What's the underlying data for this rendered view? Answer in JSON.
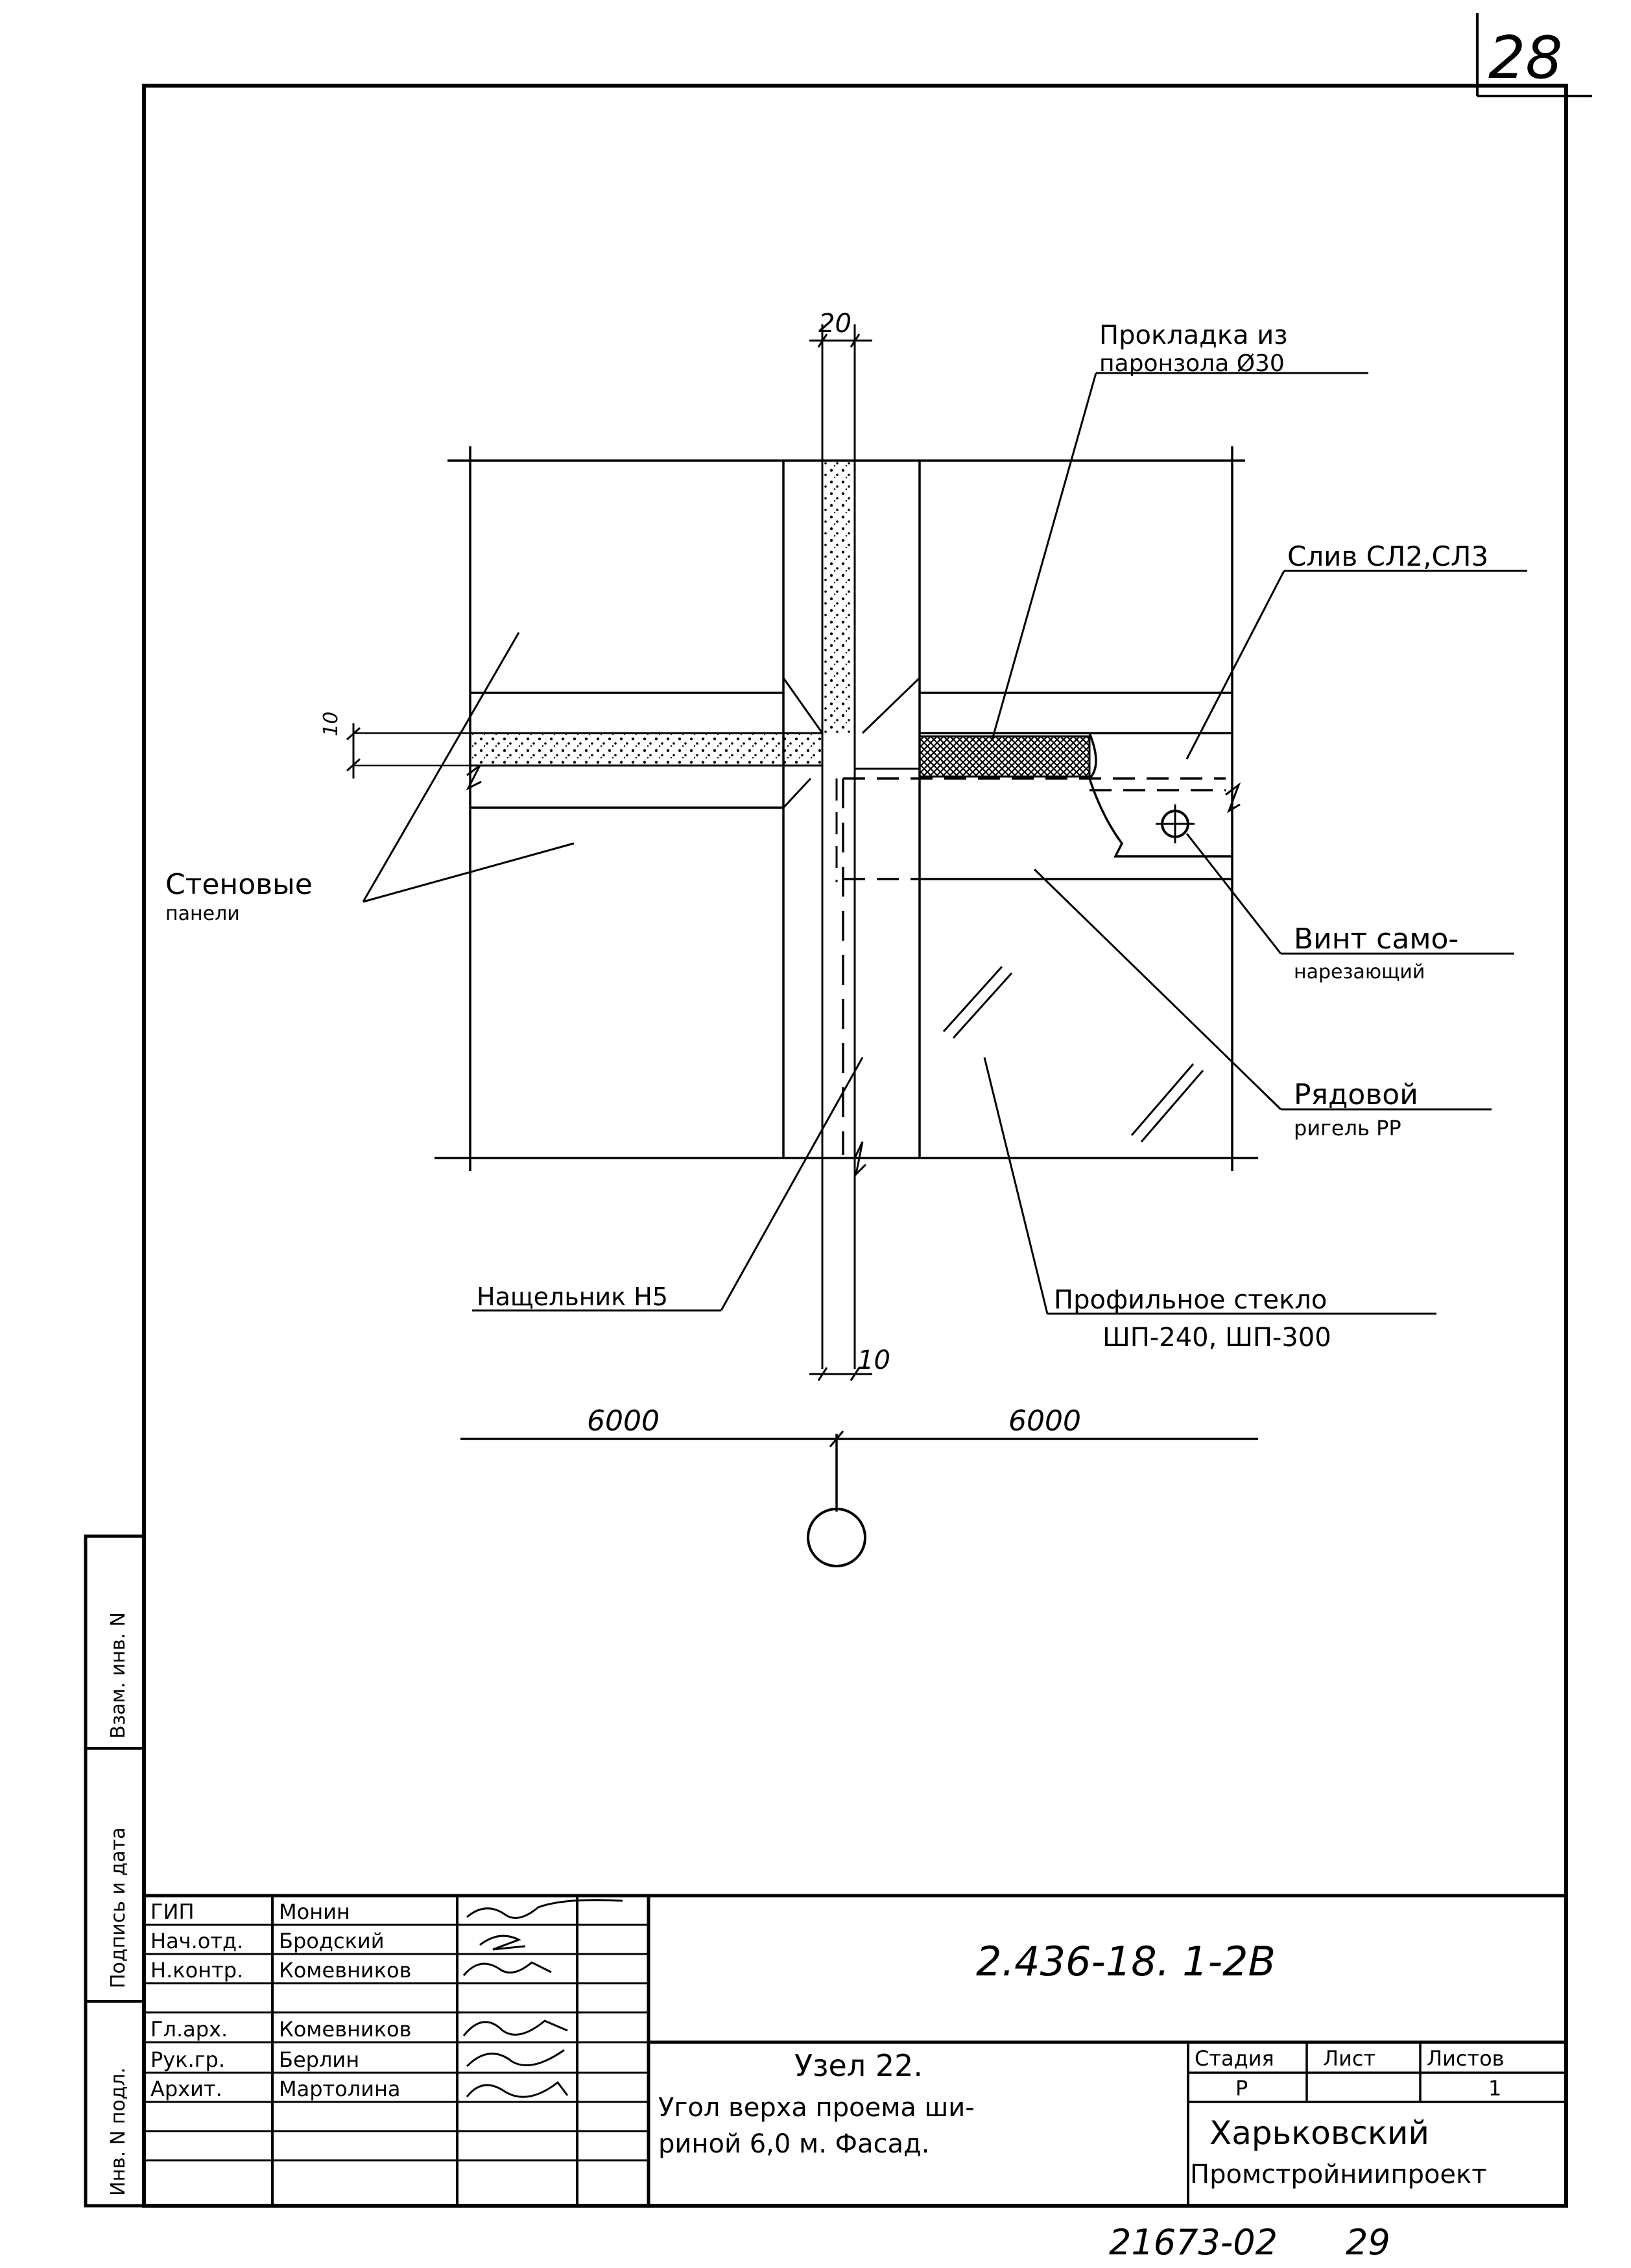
{
  "sheet": {
    "page_number": "28",
    "archive_number": "21673-02",
    "archive_page": "29"
  },
  "drawing": {
    "callouts": {
      "gasket_line1": "Прокладка из",
      "gasket_line2": "паронзола Ø30",
      "drip_label": "Слив СЛ2,СЛ3",
      "glass_panels_line1": "Стеновые",
      "glass_panels_line2": "панели",
      "screw_line1": "Винт само-",
      "screw_line2": "нарезающий",
      "transom_line1": "Рядовой",
      "transom_line2": "ригель РР",
      "cover_strip": "Нащельник Н5",
      "profile_glass_line1": "Профильное стекло",
      "profile_glass_line2": "ШП-240, ШП-300"
    },
    "dimensions": {
      "top_width": "20",
      "horizontal_joint": "10",
      "bottom_width": "10",
      "span_left": "6000",
      "span_right": "6000"
    }
  },
  "side_stamp": {
    "inv_no": "Инв. N подл.",
    "signature_date": "Подпись и дата",
    "replace_inv": "Взам. инв. N"
  },
  "title_block": {
    "roles": [
      "ГИП",
      "Нач.отд.",
      "Н.контр.",
      "Гл.арх.",
      "Рук.гр.",
      "Архит."
    ],
    "names": [
      "Монин",
      "Бродский",
      "Комевников",
      "Комевников",
      "Берлин",
      "Мартолина"
    ],
    "document_code": "2.436-18. 1-2В",
    "title_line1": "Узел 22.",
    "title_line2": "Угол верха проема ши-",
    "title_line3": "риной 6,0 м. Фасад.",
    "stage_header": "Стадия",
    "sheet_header": "Лист",
    "sheets_header": "Листов",
    "stage_value": "Р",
    "sheet_value": "",
    "sheets_value": "1",
    "org_line1": "Харьковский",
    "org_line2": "Промстройниипроект"
  }
}
